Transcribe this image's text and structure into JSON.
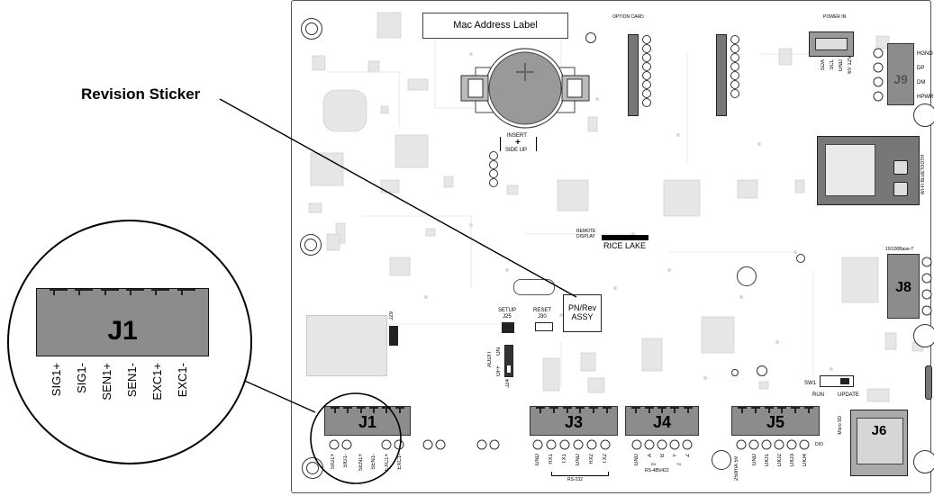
{
  "callouts": {
    "revision_sticker": "Revision Sticker"
  },
  "board": {
    "mac_label": "Mac Address Label",
    "option_card": "OPTION CARD",
    "power_in": "POWER IN",
    "insert_text": "INSERT",
    "plus_text": "+",
    "side_up_text": "SIDE UP",
    "j9_label": "J9",
    "j9_pins": [
      "HGND",
      "DP",
      "DM",
      "HPWR"
    ],
    "power_pins": [
      "SDA",
      "SCL",
      "GND",
      "6V 12V"
    ],
    "wifi_label": "WI-FI BLUETOOTH",
    "remote_display": "REMOTE DISPLAY",
    "rice_lake": "RICE LAKE",
    "ethernet_label": "10/100Base-T",
    "j8_label": "J8",
    "pn_rev": "PN/Rev",
    "assy": "ASSY",
    "setup": "SETUP",
    "j25": "J25",
    "reset": "RESET",
    "j30": "J30",
    "audit": "AUDIT",
    "on": "ON",
    "off": "OFF",
    "j24": "J24",
    "j29": "J29",
    "sw1": "SW1",
    "run": "RUN",
    "update": "UPDATE",
    "micro_sd": "Micro SD",
    "j6_label": "J6",
    "j1_label": "J1",
    "j1_pins": [
      "SIG1+",
      "SIG1-",
      "SEN1+",
      "SEN1-",
      "EXC1+",
      "EXC1-"
    ],
    "j3_label": "J3",
    "j3_pins": [
      "GND",
      "RX1",
      "TX1",
      "GND",
      "RX2",
      "TX2"
    ],
    "rs232": "RS-232",
    "j4_label": "J4",
    "j4_pins": [
      "GND",
      "A",
      "B",
      "Y",
      "Z"
    ],
    "j4_sub": [
      "RX",
      "TX"
    ],
    "rs485": "RS-485/422",
    "j5_label": "J5",
    "j5_pins": [
      "250mA 5V",
      "GND",
      "DIO1",
      "DIO2",
      "DIO3",
      "DIO4"
    ],
    "dio": "DIO"
  },
  "zoom": {
    "j1_label": "J1",
    "j1_pins": [
      "SIG1+",
      "SIG1-",
      "SEN1+",
      "SEN1-",
      "EXC1+",
      "EXC1-"
    ]
  }
}
